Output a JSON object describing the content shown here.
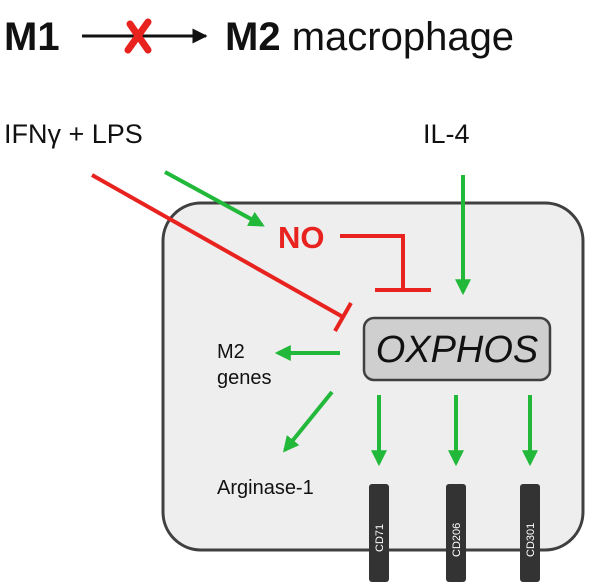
{
  "title": {
    "m1": "M1",
    "m2": "M2",
    "rest": " macrophage"
  },
  "inputs": {
    "m1_stimulus": "IFNγ + LPS",
    "m2_stimulus": "IL-4"
  },
  "cell": {
    "no_label": "NO",
    "oxphos_label": "OXPHOS",
    "m2_genes_line1": "M2",
    "m2_genes_line2": "genes",
    "arginase_label": "Arginase-1",
    "receptors": [
      "CD71",
      "CD206",
      "CD301"
    ]
  },
  "colors": {
    "activate": "#22b83a",
    "inhibit": "#e8231f",
    "cell_fill": "#eeeeee",
    "cell_stroke": "#404040",
    "oxphos_fill": "#cfcfcf",
    "receptor_fill": "#333333"
  }
}
